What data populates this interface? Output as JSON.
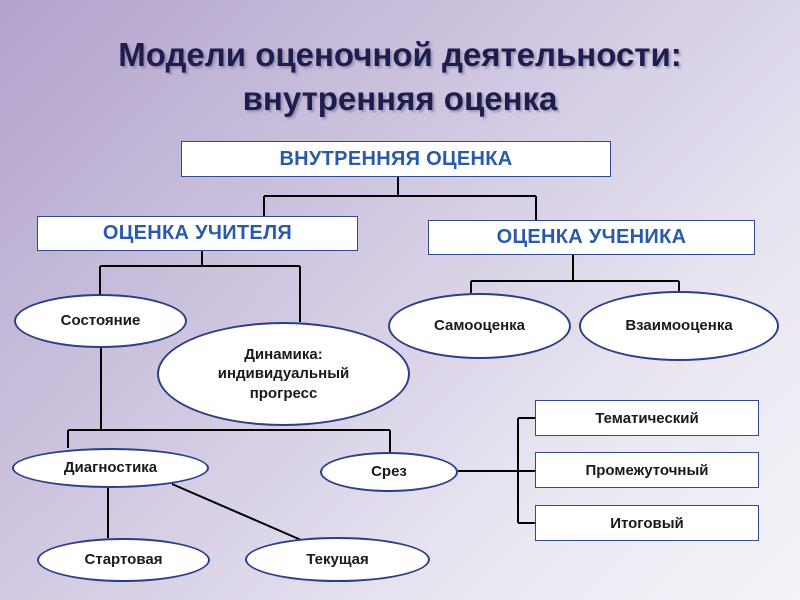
{
  "title": {
    "line1": "Модели оценочной деятельности:",
    "line2": "внутренняя оценка"
  },
  "boxes": {
    "internal": "ВНУТРЕННЯЯ ОЦЕНКА",
    "teacher": "ОЦЕНКА УЧИТЕЛЯ",
    "student": "ОЦЕНКА УЧЕНИКА",
    "thematic": "Тематический",
    "intermediate": "Промежуточный",
    "final": "Итоговый"
  },
  "ovals": {
    "state": "Состояние",
    "dynamics_line1": "Динамика:",
    "dynamics_line2": "индивидуальный",
    "dynamics_line3": "прогресс",
    "self": "Самооценка",
    "peer": "Взаимооценка",
    "diagnostics": "Диагностика",
    "cut": "Срез",
    "starting": "Стартовая",
    "current": "Текущая"
  },
  "colors": {
    "line": "#000000",
    "box_border": "#2f4a8e",
    "heading_text": "#2a5aa8",
    "title_text": "#1d1d4f"
  }
}
